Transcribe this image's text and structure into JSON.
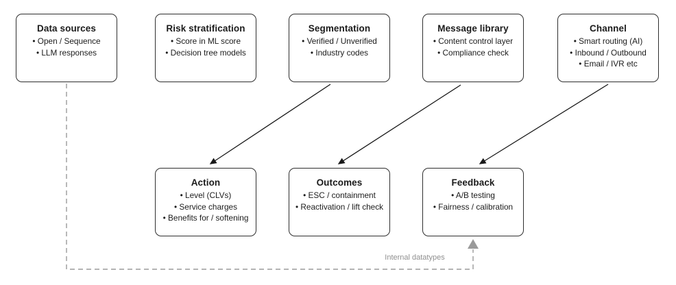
{
  "diagram": {
    "top_row": [
      {
        "title": "Data sources",
        "bullets": [
          "Open / Sequence",
          "LLM responses"
        ]
      },
      {
        "title": "Risk stratification",
        "bullets": [
          "Score in ML score",
          "Decision tree models"
        ]
      },
      {
        "title": "Segmentation",
        "bullets": [
          "Verified / Unverified",
          "Industry codes"
        ]
      },
      {
        "title": "Message library",
        "bullets": [
          "Content control layer",
          "Compliance check"
        ]
      },
      {
        "title": "Channel",
        "bullets": [
          "Smart routing (AI)",
          "Inbound / Outbound",
          "Email / IVR etc"
        ]
      }
    ],
    "bottom_row": [
      {
        "title": "Action",
        "bullets": [
          "Level (CLVs)",
          "Service charges",
          "Benefits for / softening"
        ]
      },
      {
        "title": "Outcomes",
        "bullets": [
          "ESC / containment",
          "Reactivation / lift check"
        ]
      },
      {
        "title": "Feedback",
        "bullets": [
          "A/B testing",
          "Fairness / calibration"
        ]
      }
    ],
    "edges": {
      "solid": [
        {
          "from": "Segmentation",
          "to": "Action"
        },
        {
          "from": "Message library",
          "to": "Outcomes"
        },
        {
          "from": "Channel",
          "to": "Feedback"
        }
      ],
      "dashed": {
        "from": "Data sources",
        "to": "Feedback",
        "label": "Internal datatypes"
      }
    },
    "colors": {
      "box_border": "#2e2e2e",
      "box_fill": "#ffffff",
      "text": "#1b1b1b",
      "arrow": "#1a1a1a",
      "dashed_line": "#9a9a9a",
      "dashed_label": "#8f8f8f",
      "background": "#ffffff"
    }
  }
}
